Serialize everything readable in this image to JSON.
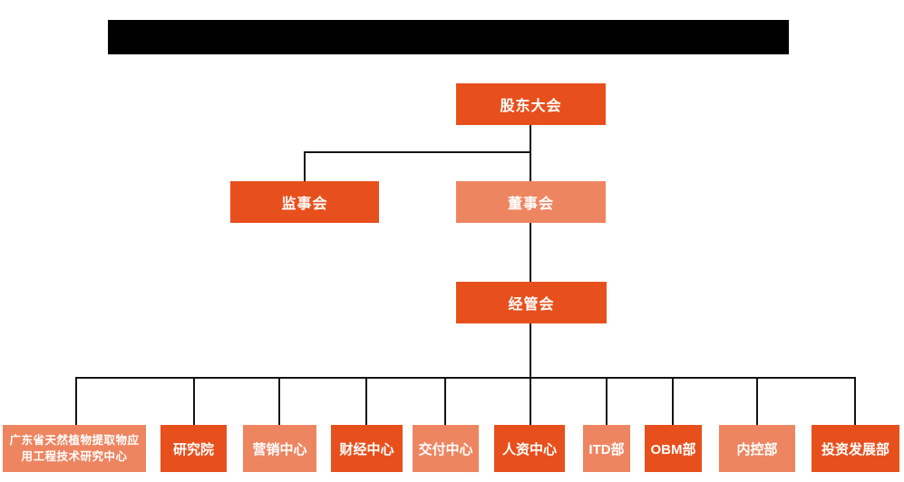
{
  "page": {
    "background": "#FFFFFF"
  },
  "title_bar": {
    "redacted": true,
    "color": "#000000"
  },
  "org_chart": {
    "type": "org-tree",
    "palette": {
      "primary": "#E7501D",
      "secondary": "#EE8561",
      "line": "#141414",
      "text": "#FFFFFF"
    },
    "nodes": [
      {
        "id": "shareholders_meeting",
        "label": "股东大会",
        "variant": "primary",
        "level": 1
      },
      {
        "id": "supervisory_board",
        "label": "监事会",
        "variant": "primary",
        "level": 2
      },
      {
        "id": "board_of_directors",
        "label": "董事会",
        "variant": "secondary",
        "level": 2
      },
      {
        "id": "management_committee",
        "label": "经管会",
        "variant": "primary",
        "level": 3
      },
      {
        "id": "research_center",
        "label": "广东省天然植物提取物应用工程技术研究中心",
        "variant": "secondary",
        "level": 4
      },
      {
        "id": "research_institute",
        "label": "研究院",
        "variant": "primary",
        "level": 4
      },
      {
        "id": "marketing_center",
        "label": "营销中心",
        "variant": "secondary",
        "level": 4
      },
      {
        "id": "finance_center",
        "label": "财经中心",
        "variant": "primary",
        "level": 4
      },
      {
        "id": "delivery_center",
        "label": "交付中心",
        "variant": "secondary",
        "level": 4
      },
      {
        "id": "hr_center",
        "label": "人资中心",
        "variant": "primary",
        "level": 4
      },
      {
        "id": "itd_dept",
        "label": "ITD部",
        "variant": "secondary",
        "level": 4
      },
      {
        "id": "obm_dept",
        "label": "OBM部",
        "variant": "primary",
        "level": 4
      },
      {
        "id": "internal_control_dept",
        "label": "内控部",
        "variant": "secondary",
        "level": 4
      },
      {
        "id": "investment_development_dept",
        "label": "投资发展部",
        "variant": "primary",
        "level": 4
      }
    ],
    "edges": [
      {
        "from": "shareholders_meeting",
        "to": "supervisory_board"
      },
      {
        "from": "shareholders_meeting",
        "to": "board_of_directors"
      },
      {
        "from": "board_of_directors",
        "to": "management_committee"
      },
      {
        "from": "management_committee",
        "to": "research_center"
      },
      {
        "from": "management_committee",
        "to": "research_institute"
      },
      {
        "from": "management_committee",
        "to": "marketing_center"
      },
      {
        "from": "management_committee",
        "to": "finance_center"
      },
      {
        "from": "management_committee",
        "to": "delivery_center"
      },
      {
        "from": "management_committee",
        "to": "hr_center"
      },
      {
        "from": "management_committee",
        "to": "itd_dept"
      },
      {
        "from": "management_committee",
        "to": "obm_dept"
      },
      {
        "from": "management_committee",
        "to": "internal_control_dept"
      },
      {
        "from": "management_committee",
        "to": "investment_development_dept"
      }
    ]
  }
}
